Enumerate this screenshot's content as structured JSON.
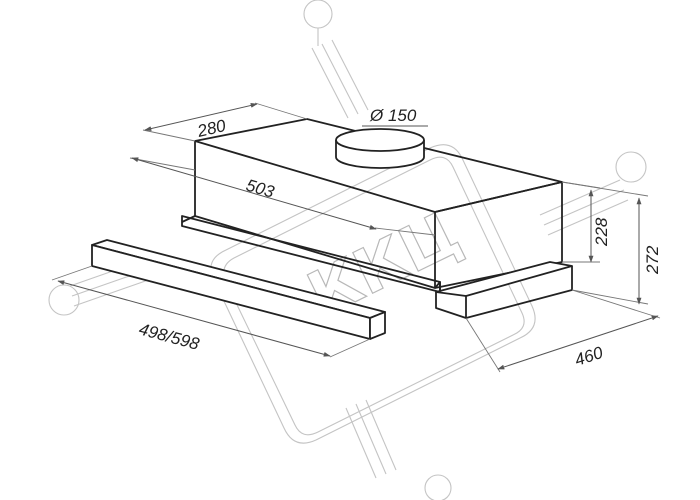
{
  "diagram": {
    "dimensions": {
      "depth_top": "280",
      "duct_diameter": "Ø 150",
      "width_inner": "503",
      "height_body": "228",
      "height_total": "272",
      "width_front": "498/598",
      "depth_total": "460"
    },
    "watermark": "ККЦ",
    "colors": {
      "outline": "#222222",
      "dimension": "#555555",
      "watermark": "#c4c4c4",
      "background": "#ffffff"
    }
  }
}
